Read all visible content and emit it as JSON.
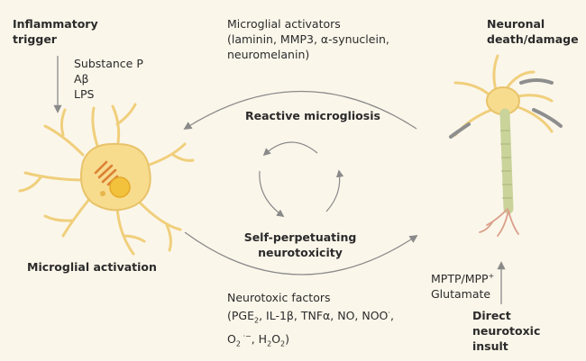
{
  "inflammatory_trigger": {
    "title_line1": "Inflammatory",
    "title_line2": "trigger",
    "items": [
      "Substance P",
      "Aβ",
      "LPS"
    ]
  },
  "microglial_activators": {
    "line1": "Microglial activators",
    "line2": "(laminin, MMP3, α-synuclein,",
    "line3": "neuromelanin)"
  },
  "neuronal_damage": {
    "line1": "Neuronal",
    "line2": "death/damage"
  },
  "reactive_microgliosis": "Reactive microgliosis",
  "self_perpetuating": {
    "line1": "Self-perpetuating",
    "line2": "neurotoxicity"
  },
  "microglial_activation": "Microglial activation",
  "neurotoxic_factors": {
    "title": "Neurotoxic factors",
    "line2_parts": [
      "(PGE",
      "2",
      ", IL-1β, TNFα, NO, NOO",
      "·",
      ","
    ],
    "line3_parts": [
      "O",
      "2",
      " ·−",
      ", H",
      "2",
      "O",
      "2",
      ")"
    ]
  },
  "direct_insult": {
    "agents_line1_parts": [
      "MPTP/MPP",
      "+"
    ],
    "agents_line2": "Glutamate",
    "title_line1": "Direct",
    "title_line2": "neurotoxic",
    "title_line3": "insult"
  },
  "colors": {
    "background": "#fbf6ea",
    "arrow": "#8a8a8a",
    "cell_fill": "#f7dc8e",
    "cell_stroke": "#e8c36a",
    "nucleus": "#f3c23d",
    "organelle": "#d9782a",
    "axon_green": "#c9d39a",
    "myelin_gray": "#8e8e8e",
    "terminal_pink": "#d9a08a"
  }
}
